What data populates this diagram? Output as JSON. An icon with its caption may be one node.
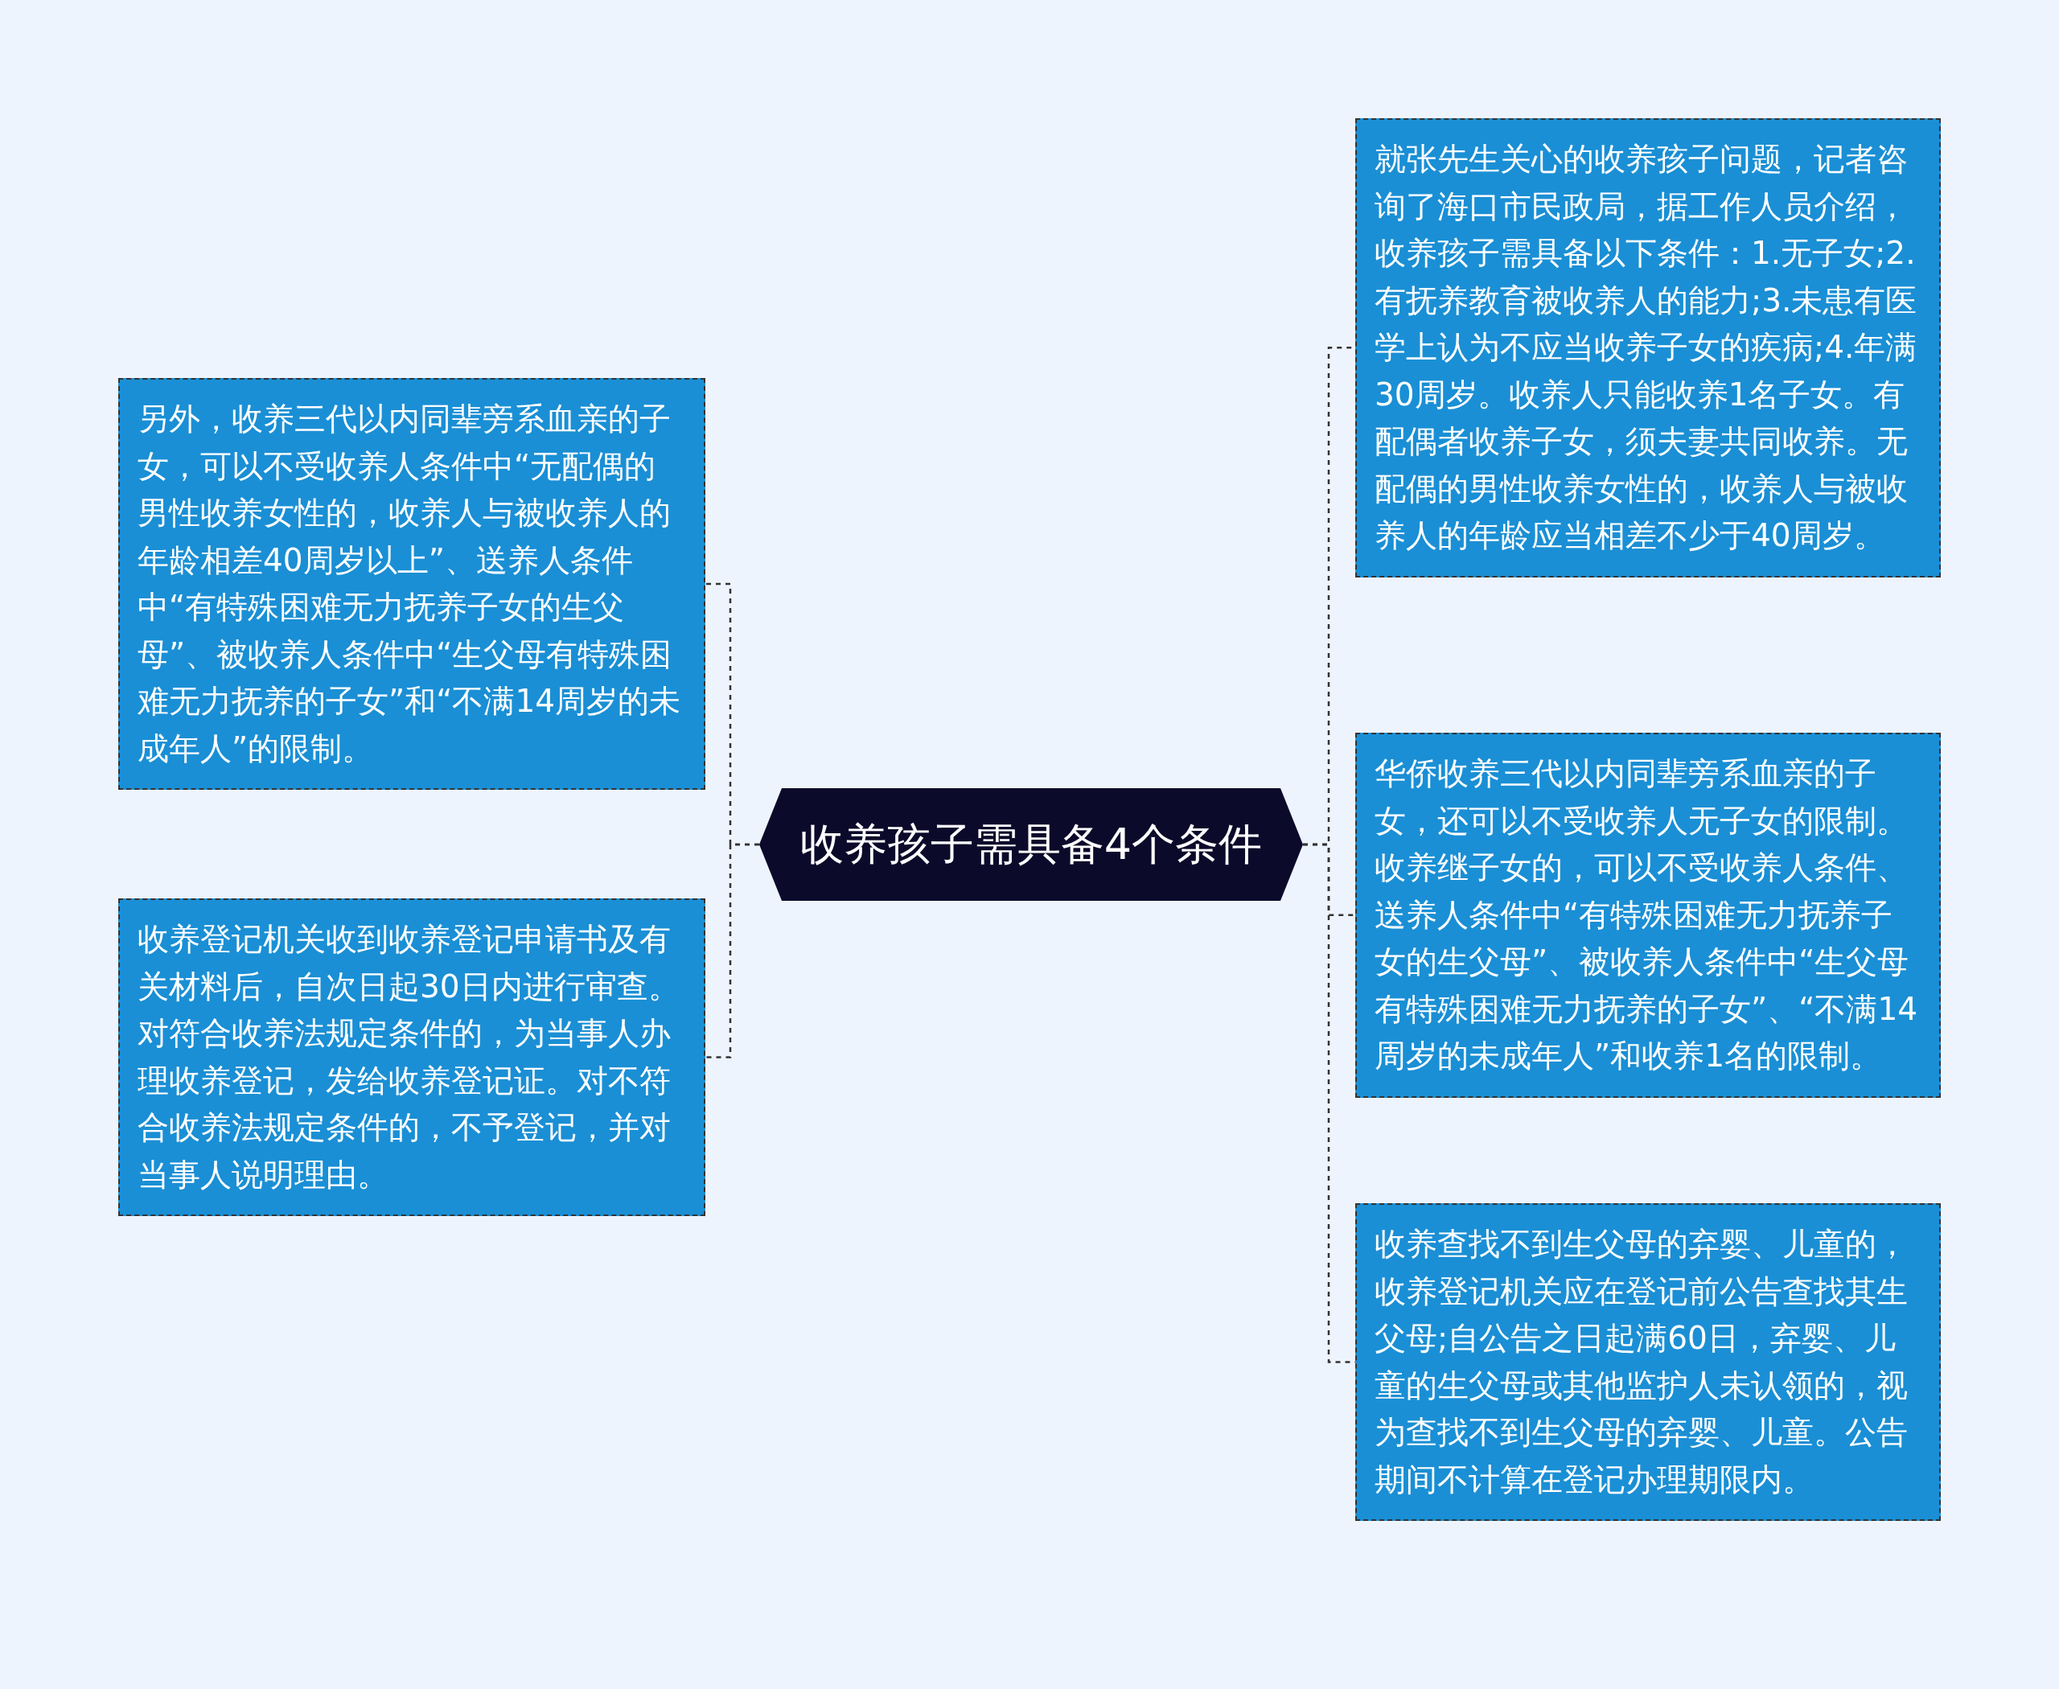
{
  "diagram": {
    "nodes": [
      {
        "text": [
          "收养孩子需具备4个条件"
        ]
      },
      {
        "text": [
          "另外，收养三代以内同辈旁系血亲的子女，可以不受收养人条件中“无配偶的男性收养女性的，收养人与被收养人的年龄相差40周岁以上”、送养人条件中“有特殊困难无力抚养子女的生父母”、被收养人条件中“生父母有特殊困难无力抚养的子女”和“不满14周岁的未成年人”的限制。"
        ]
      },
      {
        "text": [
          "收养登记机关收到收养登记申请书及有关材料后，自次日起30日内进行审查。对符合收养法规定条件的，为当事人办理收养登记，发给收养登记证。对不符合收养法规定条件的，不予登记，并对当事人说明理由。"
        ]
      },
      {
        "text": [
          "就张先生关心的收养孩子问题，记者咨询了海口市民政局，据工作人员介绍，收养孩子需具备以下条件：1.无子女;2.有抚养教育被收养人的能力;3.未患有医学上认为不应当收养子女的疾病;4.年满30周岁。收养人只能收养1名子女。有配偶者收养子女，须夫妻共同收养。无配偶的男性收养女性的，收养人与被收养人的年龄应当相差不少于40周岁。"
        ]
      },
      {
        "text": [
          "华侨收养三代以内同辈旁系血亲的子女，还可以不受收养人无子女的限制。收养继子女的，可以不受收养人条件、送养人条件中“有特殊困难无力抚养子女的生父母”、被收养人条件中“生父母有特殊困难无力抚养的子女”、“不满14周岁的未成年人”和收养1名的限制。"
        ]
      },
      {
        "text": [
          "收养查找不到生父母的弃婴、儿童的，收养登记机关应在登记前公告查找其生父母;自公告之日起满60日，弃婴、儿童的生父母或其他监护人未认领的，视为查找不到生父母的弃婴、儿童。公告期间不计算在登记办理期限内。"
        ]
      }
    ],
    "edges": [
      {
        "from": 0,
        "to": 1,
        "arrow": "none",
        "style": "dashed"
      },
      {
        "from": 0,
        "to": 2,
        "arrow": "none",
        "style": "dashed"
      },
      {
        "from": 0,
        "to": 3,
        "arrow": "none",
        "style": "dashed"
      },
      {
        "from": 0,
        "to": 4,
        "arrow": "none",
        "style": "dashed"
      },
      {
        "from": 0,
        "to": 5,
        "arrow": "none",
        "style": "dashed"
      }
    ]
  }
}
